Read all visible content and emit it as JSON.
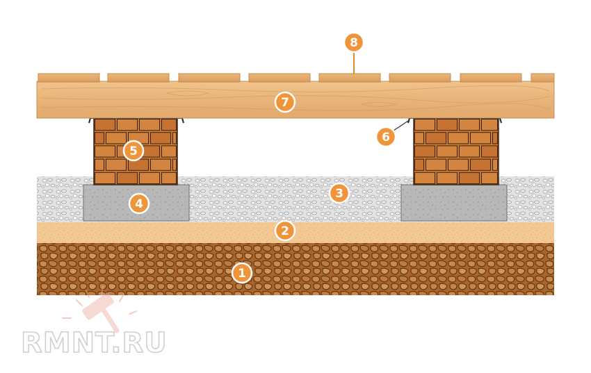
{
  "diagram": {
    "layers": [
      {
        "id": "1",
        "name": "soil",
        "color": "#a8622b"
      },
      {
        "id": "2",
        "name": "sand",
        "color": "#f2c690"
      },
      {
        "id": "3",
        "name": "gravel",
        "color": "#dadada"
      },
      {
        "id": "4",
        "name": "concrete-footing",
        "color": "#b9b9b9"
      },
      {
        "id": "5",
        "name": "brick-pillar",
        "color": "#c47634"
      },
      {
        "id": "6",
        "name": "waterproofing",
        "color": "#222222"
      },
      {
        "id": "7",
        "name": "timber-joist",
        "color": "#e9b97e"
      },
      {
        "id": "8",
        "name": "floor-boards",
        "color": "#e6ad72"
      }
    ],
    "markers": [
      "1",
      "2",
      "3",
      "4",
      "5",
      "6",
      "7",
      "8"
    ],
    "marker_color": "#f0943a"
  },
  "watermark": {
    "text": "RMNT.RU"
  }
}
